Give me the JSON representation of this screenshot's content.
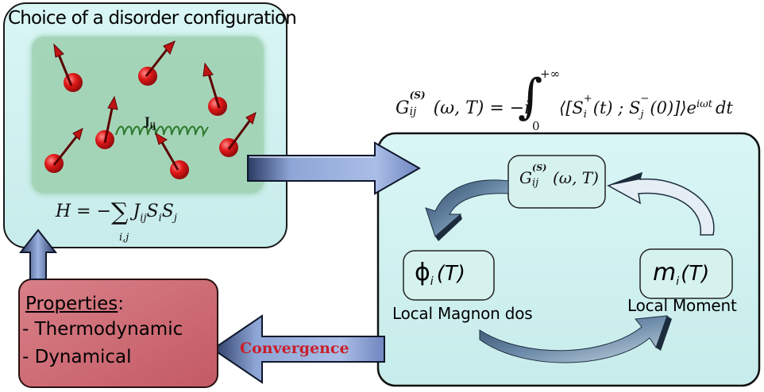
{
  "top_left": {
    "title": "Choice of a disorder configuration",
    "coupling_label": "J",
    "coupling_sub": "ij",
    "hamiltonian": {
      "lhs": "H = −",
      "sum": "∑",
      "sum_index": "i,j",
      "rhs": "J",
      "rhs_sub": "ij",
      "rhs_rest": "S",
      "s_i": "i",
      "s2": "S",
      "s_j": "j"
    }
  },
  "green_function": {
    "G": "G",
    "sup": "(S)",
    "sub": "ij",
    "args": "(ω, T) = −i",
    "integral": "∫",
    "upper": "+∞",
    "lower": "0",
    "body": "⟨[S",
    "body_sup1": "+",
    "body_sub1": "i",
    "body_mid": "(t) ; S",
    "body_sup2": "−",
    "body_sub2": "j",
    "body_end": "(0)]⟩e",
    "exp": "iωt",
    "dt": "dt"
  },
  "cycle": {
    "top_node": {
      "G": "G",
      "sup": "(S)",
      "sub": "ij",
      "args": "(ω, T)"
    },
    "left_node": {
      "sym": "ϕ",
      "sub": "i",
      "arg": "(T)",
      "caption": "Local Magnon dos"
    },
    "right_node": {
      "sym": "m",
      "sub": "i",
      "arg": "(T)",
      "caption": "Local Moment"
    }
  },
  "properties": {
    "heading": "Properties",
    "heading_colon": ":",
    "items": [
      "- Thermodynamic",
      "- Dynamical"
    ]
  },
  "convergence_label": "Convergence",
  "colors": {
    "cyan_panel": "#d3f2f1",
    "green_inner": "#9ed0b0",
    "pill_fill": "#d6f2ef",
    "red_panel": "#cf6f78",
    "arrow_blue": "#8ea6d6",
    "spin_red": "#d71a1a",
    "spring_green": "#2f7a2f"
  }
}
